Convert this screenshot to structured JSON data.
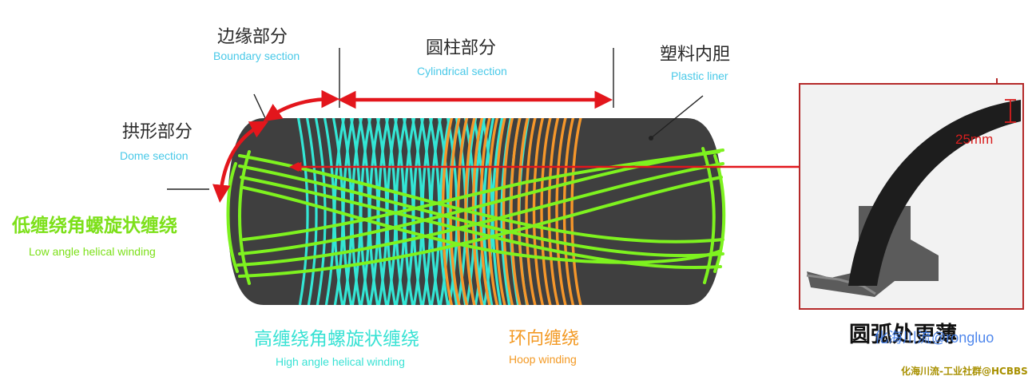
{
  "labels": {
    "boundary": {
      "zh": "边缘部分",
      "en": "Boundary section"
    },
    "cylindrical": {
      "zh": "圆柱部分",
      "en": "Cylindrical section"
    },
    "liner": {
      "zh": "塑料内胆",
      "en": "Plastic liner"
    },
    "dome": {
      "zh": "拱形部分",
      "en": "Dome section"
    },
    "low_angle": {
      "zh": "低缠绕角螺旋状缠绕",
      "en": "Low angle helical winding"
    },
    "high_angle": {
      "zh": "高缠绕角螺旋状缠绕",
      "en": "High angle helical winding"
    },
    "hoop": {
      "zh": "环向缠绕",
      "en": "Hoop winding"
    }
  },
  "inset": {
    "dimension": "25mm",
    "caption": "圆弧处更薄"
  },
  "watermarks": {
    "overlay": "化海川流@rongluo",
    "footer": "化海川流-工业社群@HCBBS"
  },
  "colors": {
    "low_angle": "#7ef21f",
    "high_angle": "#33e6d5",
    "hoop": "#f5962a",
    "arrow": "#e3161c",
    "liner": "#3f3f3f"
  }
}
